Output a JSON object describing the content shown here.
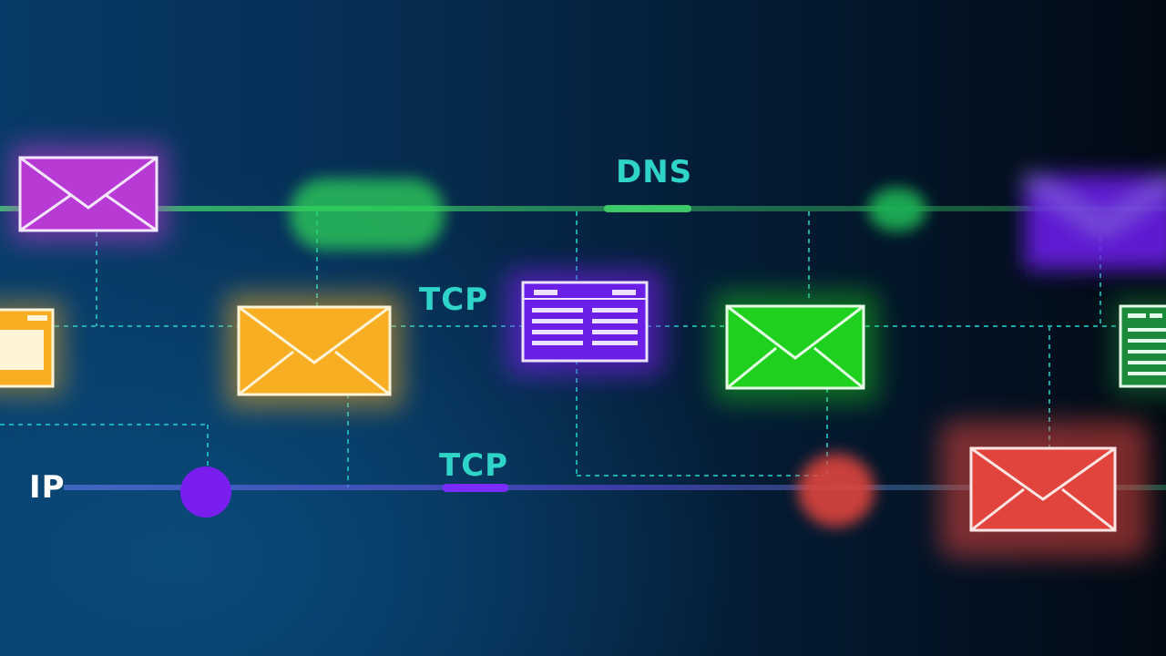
{
  "labels": {
    "dns": "DNS",
    "tcp_upper": "TCP",
    "tcp_lower": "TCP",
    "ip": "IP"
  },
  "colors": {
    "purple_envelope": "#b63ad3",
    "violet": "#6a1ee6",
    "orange": "#f8ae22",
    "green": "#1fd01f",
    "dark_green": "#1b8a3a",
    "red": "#e0443d",
    "teal_text": "#2fd4c9",
    "line_green": "#3fd46a",
    "line_violet": "#6a4cf0"
  },
  "icons": [
    "envelope-icon-purple",
    "envelope-icon-orange",
    "envelope-icon-green",
    "envelope-icon-red",
    "document-icon-violet",
    "document-icon-orange",
    "document-icon-green",
    "envelope-icon-violet-blurred"
  ]
}
